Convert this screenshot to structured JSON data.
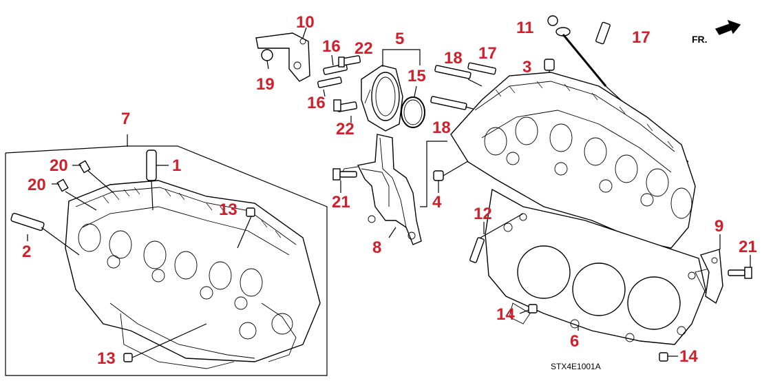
{
  "diagram": {
    "callouts": [
      "10",
      "16",
      "22",
      "5",
      "18",
      "17",
      "11",
      "17",
      "19",
      "16",
      "15",
      "3",
      "22",
      "18",
      "7",
      "1",
      "20",
      "20",
      "2",
      "13",
      "21",
      "4",
      "12",
      "9",
      "21",
      "8",
      "14",
      "6",
      "13",
      "14"
    ],
    "code": "STX4E1001A",
    "front_marker": "FR."
  },
  "colors": {
    "callout": "#d0202c",
    "line": "#000000",
    "background": "#ffffff"
  }
}
